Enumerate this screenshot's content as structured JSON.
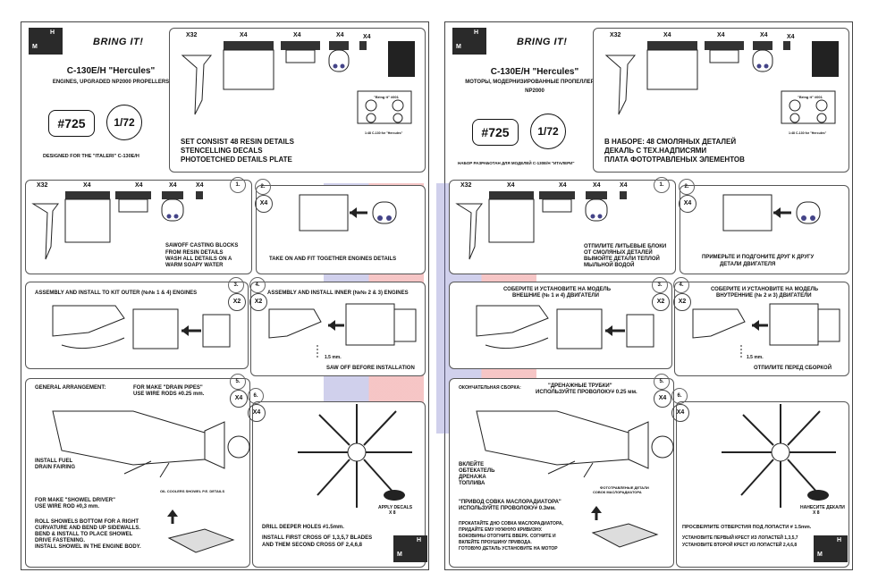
{
  "watermark_colors": {
    "blue": "#7878c8",
    "red": "#e65a5a"
  },
  "logo": {
    "letter_top": "H",
    "letter_bottom": "M"
  },
  "brand": "BRING IT!",
  "qty_labels": {
    "x32": "X32",
    "x4": "X4",
    "x2": "X2"
  },
  "step_numbers": [
    "1.",
    "2.",
    "3.",
    "4.",
    "5.",
    "6."
  ],
  "plate_caption": {
    "title": "\"Bring it\" #001",
    "footer": "1:48 C-130 for \"Hercules\""
  },
  "apply_decals_qty": "X 8",
  "english": {
    "title_line1": "C-130E/H \"Hercules\"",
    "title_line2": "ENGINES, UPGRADED NP2000 PROPELLERS",
    "kit_number": "#725",
    "scale": "1/72",
    "designed_for": "DESIGNED FOR THE \"ITALERI\" C-130E/H",
    "set_consist": [
      "SET CONSIST 48 RESIN DETAILS",
      "STENCELLING DECALS",
      "PHOTOETCHED DETAILS PLATE"
    ],
    "step1_text": [
      "SAWOFF CASTING BLOCKS",
      "FROM RESIN DETAILS",
      "WASH ALL DETAILS ON A",
      "WARM SOAPY WATER"
    ],
    "step2_text": "TAKE ON AND FIT TOGETHER ENGINES DETAILS",
    "step3_text": "ASSEMBLY AND INSTALL TO KIT OUTER (№№ 1 & 4) ENGINES",
    "step4_text": "ASSEMBLY AND INSTALL  INNER (№№ 2 & 3) ENGINES",
    "saw_off": "SAW OFF BEFORE INSTALLATION",
    "dim_1_5": "1.5 mm.",
    "general_arrangement": "GENERAL ARRANGEMENT:",
    "drain_pipes": [
      "FOR MAKE \"DRAIN PIPES\"",
      "USE WIRE RODS #0.25 mm."
    ],
    "install_fuel": [
      "INSTALL FUEL",
      "DRAIN FAIRING"
    ],
    "showel_driver": [
      "FOR MAKE \"SHOWEL DRIVER\"",
      "USE WIRE ROD #0,3 mm."
    ],
    "oil_coolers": "OIL COOLERS SHOWEL P.E. DETAILS",
    "roll_showels": [
      "ROLL SHOWELS BOTTOM FOR A RIGHT",
      "CURVATURE AND BEND UP SIDEWALLS.",
      "BEND & INSTALL TO PLACE SHOWEL",
      "DRIVE FASTENING.",
      "INSTALL SHOWEL IN THE ENGINE BODY."
    ],
    "apply_decals": "APPLY DECALS",
    "drill_holes": "DRILL DEEPER HOLES #1.5mm.",
    "install_cross": [
      "INSTALL FIRST CROSS OF 1,3,5,7 BLADES",
      "AND THEM SECOND CROSS OF 2,4,6,8"
    ]
  },
  "russian": {
    "title_line1": "C-130E/H \"Hercules\"",
    "title_line2": "МОТОРЫ, МОДЕРНИЗИРОВАННЫЕ ПРОПЕЛЛЕРАМИ",
    "title_line3": "NP2000",
    "kit_number": "#725",
    "scale": "1/72",
    "designed_for": "НАБОР РАЗРАБОТАН ДЛЯ МОДЕЛЕЙ С-130Е/Н \"ИТАЛЕРИ\"",
    "set_consist": [
      "В НАБОРЕ: 48 СМОЛЯНЫХ ДЕТАЛЕЙ",
      "ДЕКАЛЬ С ТЕХ.НАДПИСЯМИ",
      "ПЛАТА ФОТОТРАВЛЕНЫХ ЭЛЕМЕНТОВ"
    ],
    "step1_text": [
      "ОТПИЛИТЕ ЛИТЬЕВЫЕ БЛОКИ",
      "ОТ СМОЛЯНЫХ ДЕТАЛЕЙ",
      "ВЫМОЙТЕ ДЕТАЛИ ТЕПЛОЙ",
      "МЫЛЬНОЙ ВОДОЙ"
    ],
    "step2_text": [
      "ПРИМЕРЬТЕ И ПОДГОНИТЕ ДРУГ К ДРУГУ",
      "ДЕТАЛИ ДВИГАТЕЛЯ"
    ],
    "step3_text": [
      "СОБЕРИТЕ И УСТАНОВИТЕ НА МОДЕЛЬ",
      "ВНЕШНИЕ (№ 1 и 4) ДВИГАТЕЛИ"
    ],
    "step4_text": [
      "СОБЕРИТЕ И УСТАНОВИТЕ НА МОДЕЛЬ",
      "ВНУТРЕННИЕ (№ 2 и 3) ДВИГАТЕЛИ"
    ],
    "saw_off": "ОТПИЛИТЕ ПЕРЕД СБОРКОЙ",
    "dim_1_5": "1.5 mm.",
    "general_arrangement": "ОКОНЧАТЕЛЬНАЯ СБОРКА:",
    "drain_pipes": [
      "\"ДРЕНАЖНЫЕ ТРУБКИ\"",
      "ИСПОЛЬЗУЙТЕ ПРОВОЛОКУ# 0.25 мм."
    ],
    "install_fuel": [
      "ВКЛЕЙТЕ",
      "ОБТЕКАТЕЛЬ",
      "ДРЕНАЖА",
      "ТОПЛИВА"
    ],
    "showel_driver": [
      "\"ПРИВОД СОВКА МАСЛОРАДИАТОРА\"",
      "ИСПОЛЬЗУЙТЕ ПРОВОЛОКУ# 0.3мм."
    ],
    "oil_coolers": [
      "ФОТОТРАВЛЕНЫЕ ДЕТАЛИ",
      "СОВОК МАСЛОРАДИАТОРА"
    ],
    "roll_showels": [
      "ПРОКАТАЙТЕ ДНО СОВКА МАСЛОРАДИАТОРА,",
      "ПРИДАЙТЕ ЕМУ НУЖНУЮ КРИВИЗНУ.",
      "БОКОВИНЫ ОТОГНИТЕ ВВЕРХ. СОГНИТЕ И",
      "ВКЛЕЙТЕ ПРОУШИНУ ПРИВОДА.",
      "ГОТОВУЮ ДЕТАЛЬ УСТАНОВИТЕ НА МОТОР"
    ],
    "apply_decals": "НАНЕСИТЕ ДЕКАЛИ",
    "drill_holes": "ПРОСВЕРЛИТЕ ОТВЕРСТИЯ ПОД ЛОПАСТИ # 1.5mm.",
    "install_cross": [
      "УСТАНОВИТЕ ПЕРВЫЙ КРЕСТ ИЗ ЛОПАСТЕЙ 1,3,5,7",
      "УСТАНОВИТЕ ВТОРОЙ КРЕСТ ИЗ ЛОПАСТЕЙ 2,4,6,8"
    ]
  }
}
